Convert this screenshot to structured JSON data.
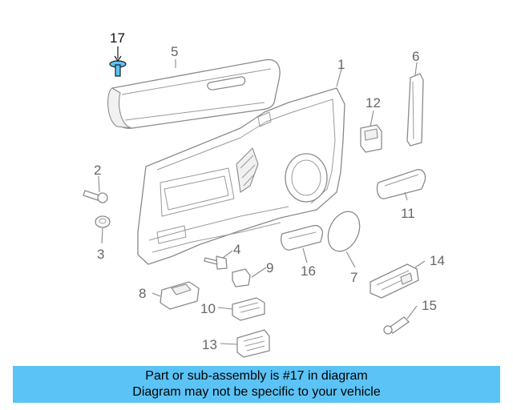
{
  "callouts": [
    "17",
    "5",
    "1",
    "6",
    "12",
    "2",
    "11",
    "3",
    "4",
    "9",
    "16",
    "7",
    "14",
    "8",
    "10",
    "15",
    "13"
  ],
  "highlight_color": "#5bc3f5",
  "banner": {
    "line1": "Part or sub-assembly is #17 in diagram",
    "line2": "Diagram may not be specific to your vehicle"
  }
}
